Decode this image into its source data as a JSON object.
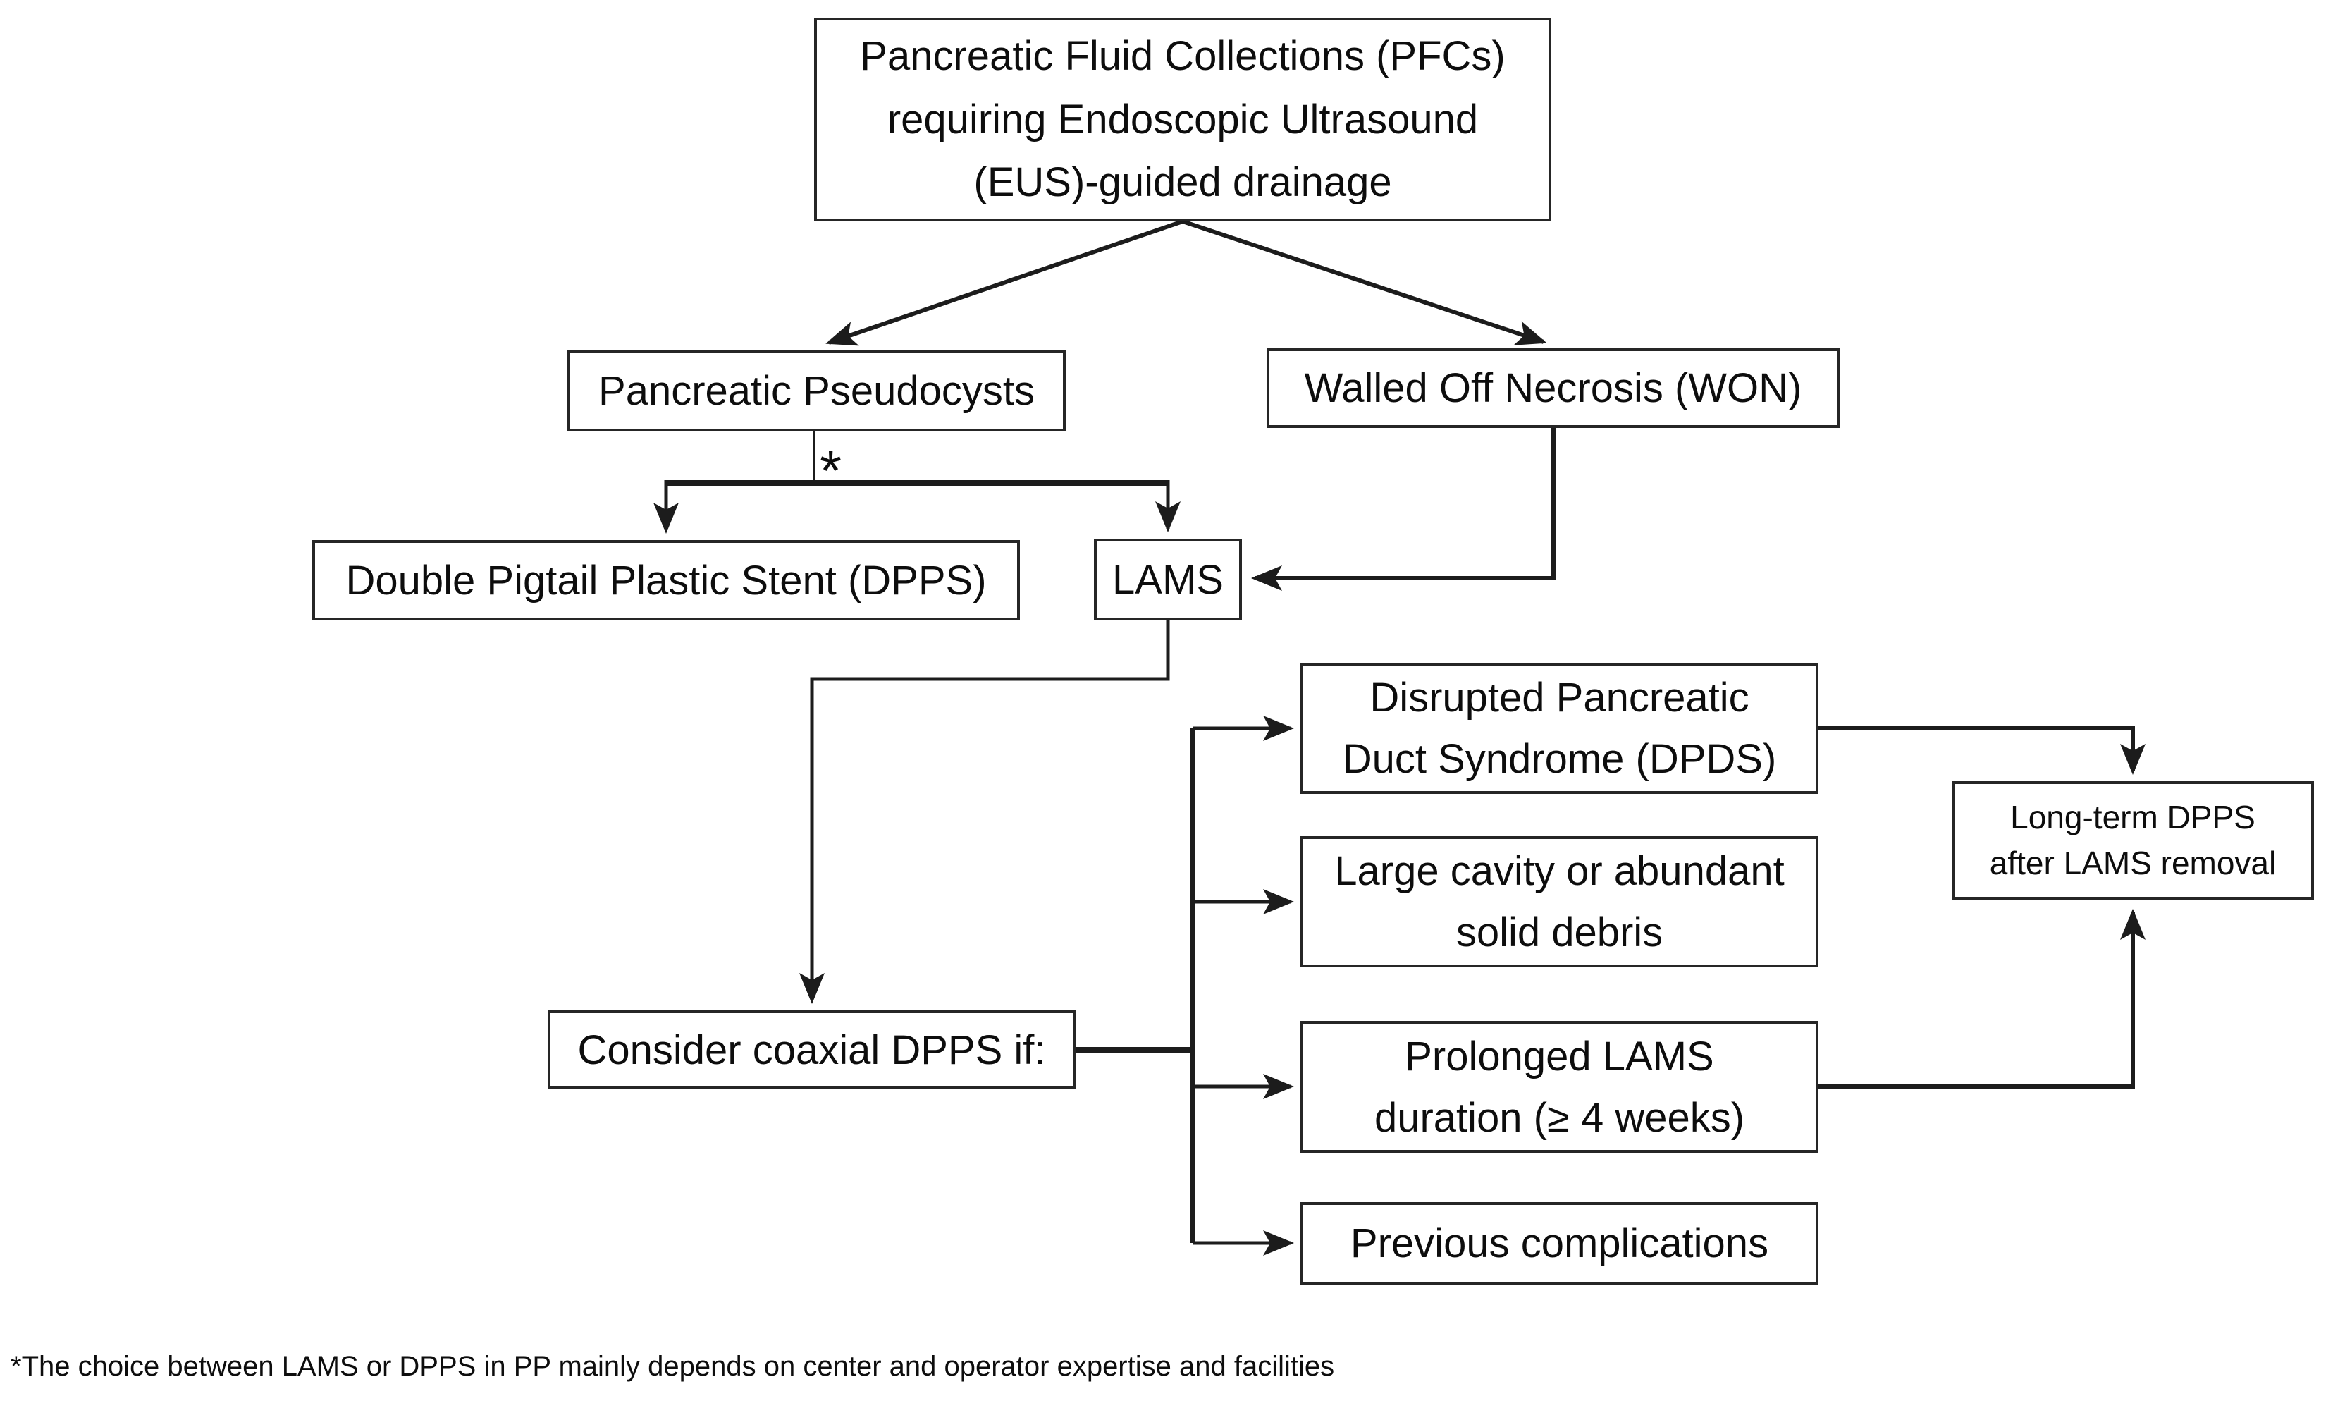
{
  "colors": {
    "background": "#ffffff",
    "line": "#1c1c1c",
    "box_border": "#262626",
    "text": "#0d0d0d"
  },
  "nodes": {
    "pfc": {
      "lines": [
        "Pancreatic Fluid Collections (PFCs)",
        "requiring Endoscopic Ultrasound",
        "(EUS)-guided drainage"
      ]
    },
    "pseudocysts": {
      "label": "Pancreatic Pseudocysts"
    },
    "won": {
      "label": "Walled Off Necrosis (WON)"
    },
    "dpps": {
      "label": "Double Pigtail Plastic Stent (DPPS)"
    },
    "lams": {
      "label": "LAMS"
    },
    "consider_coaxial": {
      "label": "Consider coaxial DPPS if:"
    },
    "dpds": {
      "lines": [
        "Disrupted Pancreatic",
        "Duct Syndrome (DPDS)"
      ]
    },
    "large_cavity": {
      "lines": [
        "Large cavity or abundant",
        "solid debris"
      ]
    },
    "prolonged_lams": {
      "lines": [
        "Prolonged LAMS",
        "duration (≥ 4 weeks)"
      ]
    },
    "previous_complications": {
      "label": "Previous complications"
    },
    "long_term_dpps": {
      "lines": [
        "Long-term DPPS",
        "after LAMS removal"
      ]
    }
  },
  "annotations": {
    "asterisk": "*",
    "footnote": "*The choice between LAMS or DPPS in PP mainly depends on center and operator expertise and facilities"
  }
}
